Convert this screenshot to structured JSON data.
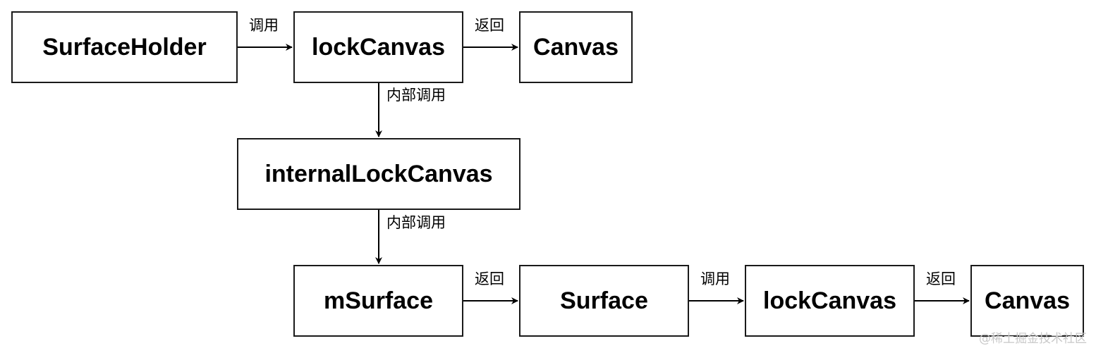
{
  "nodes": {
    "surface_holder": "SurfaceHolder",
    "lock_canvas_top": "lockCanvas",
    "canvas_top": "Canvas",
    "internal_lock_canvas": "internalLockCanvas",
    "m_surface": "mSurface",
    "surface": "Surface",
    "lock_canvas_bottom": "lockCanvas",
    "canvas_bottom": "Canvas"
  },
  "edges": {
    "holder_to_lock": "调用",
    "lock_to_canvas_top": "返回",
    "lock_to_internal": "内部调用",
    "internal_to_msurface": "内部调用",
    "msurface_to_surface": "返回",
    "surface_to_lock": "调用",
    "lock_to_canvas_bottom": "返回"
  },
  "watermark": "@稀土掘金技术社区"
}
